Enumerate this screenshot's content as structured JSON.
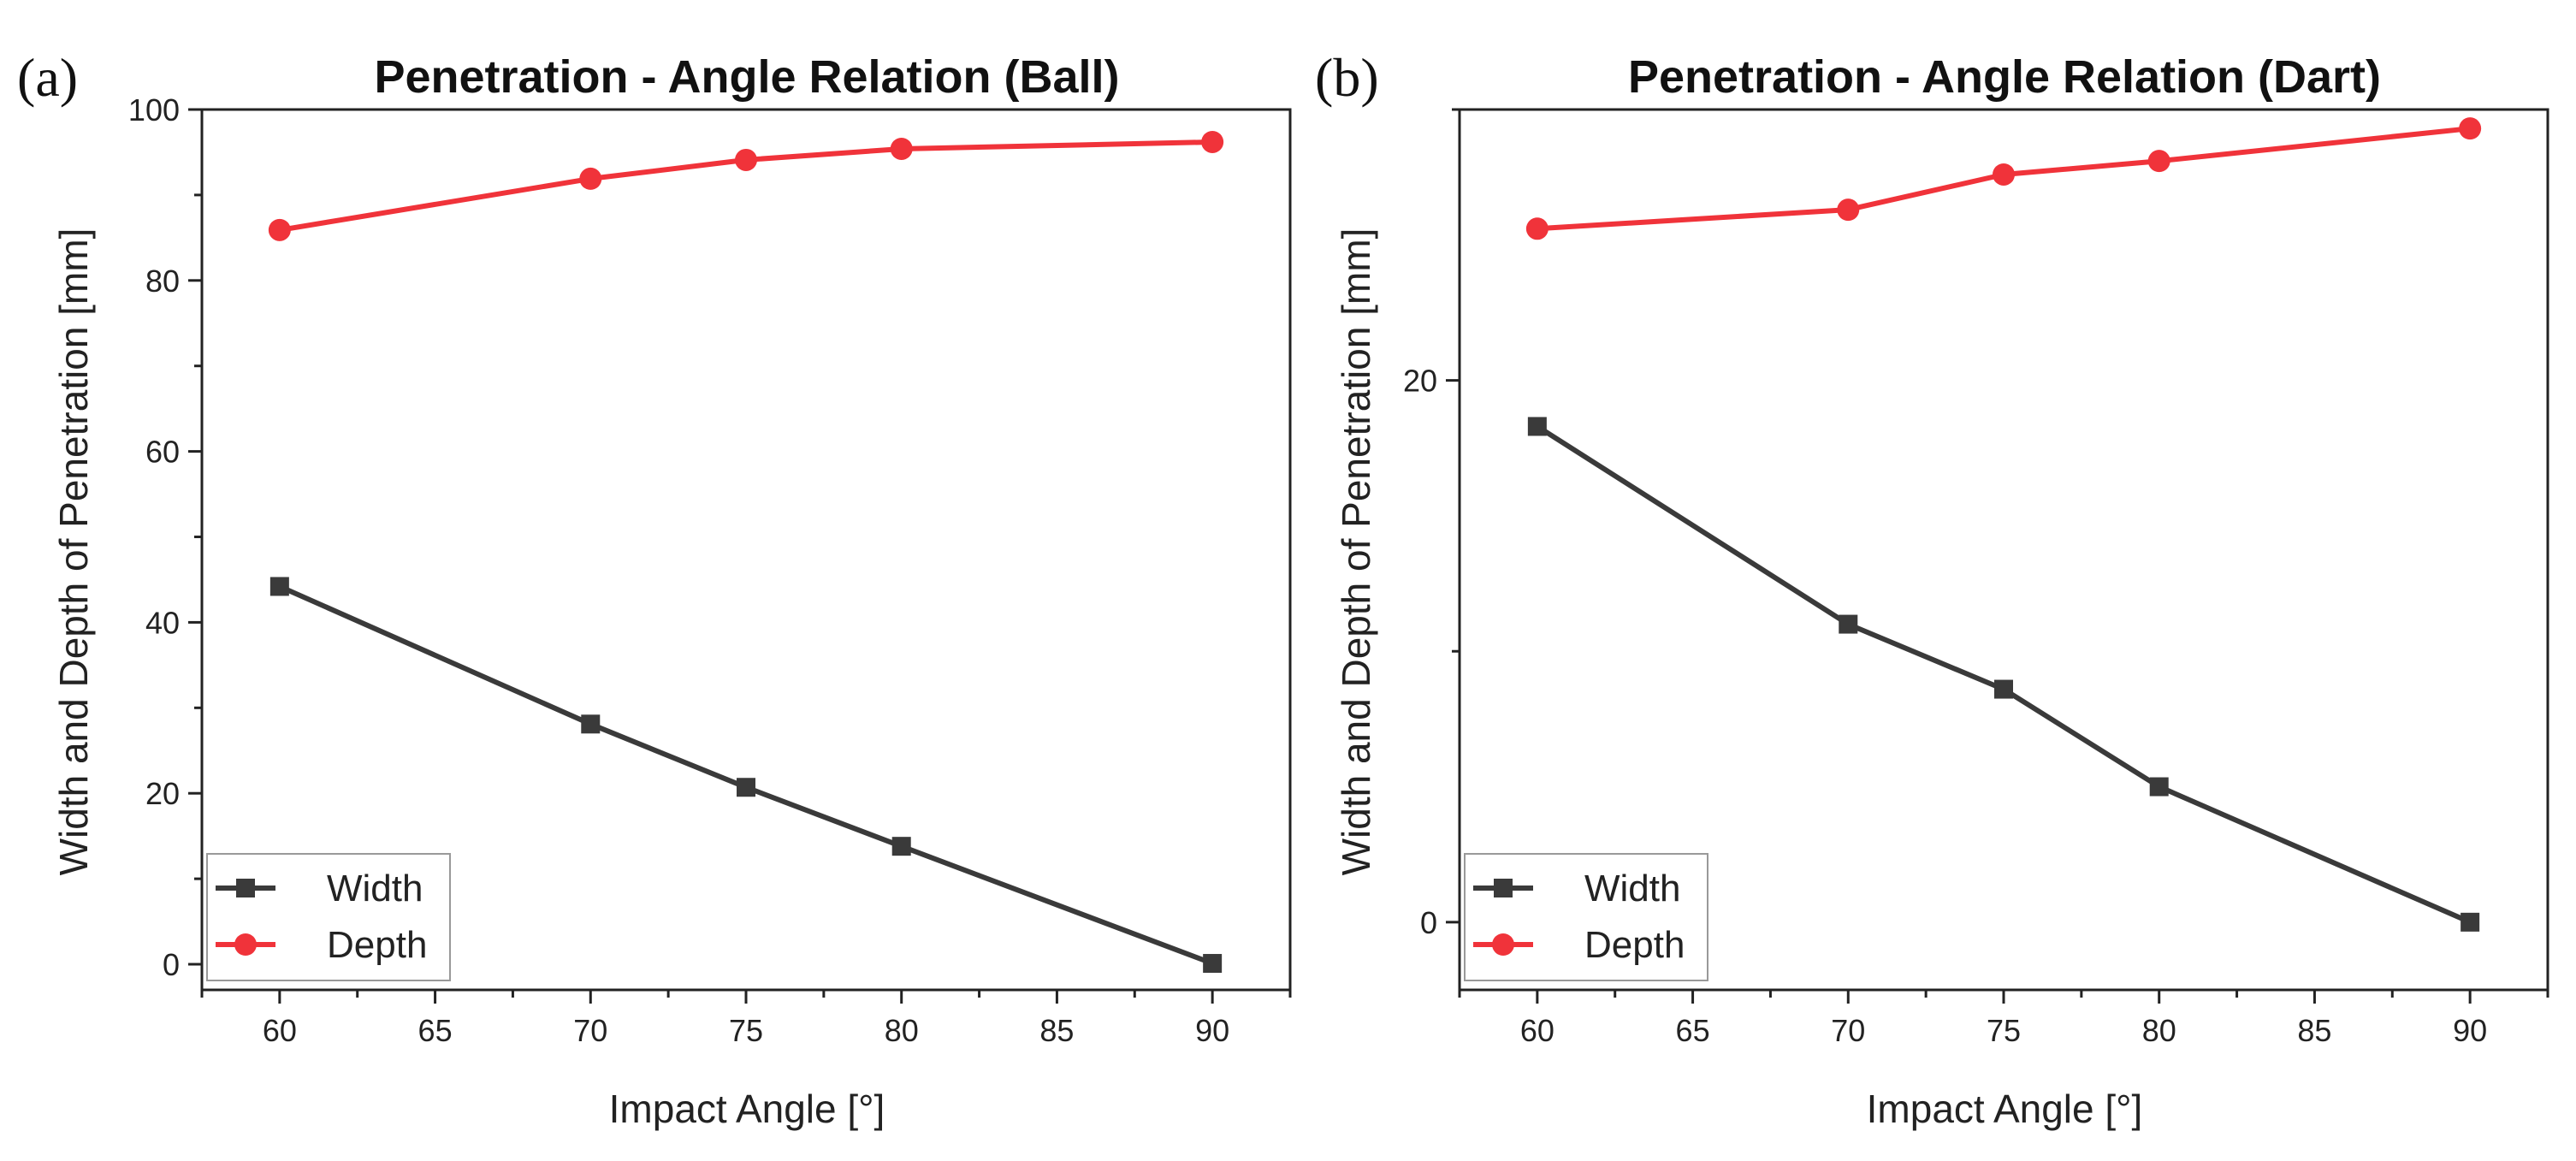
{
  "chart_data": [
    {
      "type": "line",
      "panel_label": "(a)",
      "title": "Penetration - Angle Relation (Ball)",
      "xlabel": "Impact Angle [°]",
      "ylabel": "Width and Depth of Penetration [mm]",
      "xlim": [
        57.5,
        92.5
      ],
      "ylim": [
        -3,
        100
      ],
      "xticks": [
        60,
        65,
        70,
        75,
        80,
        85,
        90
      ],
      "yticks": [
        0,
        20,
        40,
        60,
        80,
        100
      ],
      "x": [
        60,
        70,
        75,
        80,
        90
      ],
      "series": [
        {
          "name": "Width",
          "color": "#3a3a3a",
          "marker": "square",
          "values": [
            44.2,
            28.1,
            20.7,
            13.8,
            0.1
          ]
        },
        {
          "name": "Depth",
          "color": "#f0333a",
          "marker": "circle",
          "values": [
            85.9,
            91.9,
            94.1,
            95.4,
            96.2
          ]
        }
      ],
      "legend": "bottom-left",
      "grid": false
    },
    {
      "type": "line",
      "panel_label": "(b)",
      "title": "Penetration - Angle Relation (Dart)",
      "xlabel": "Impact Angle [°]",
      "ylabel": "Width and Depth of Penetration [mm]",
      "xlim": [
        57.5,
        92.5
      ],
      "ylim": [
        -2.5,
        30
      ],
      "xticks": [
        60,
        65,
        70,
        75,
        80,
        85,
        90
      ],
      "yticks": [
        0,
        20
      ],
      "x": [
        60,
        70,
        75,
        80,
        90
      ],
      "series": [
        {
          "name": "Width",
          "color": "#3a3a3a",
          "marker": "square",
          "values": [
            18.3,
            11.0,
            8.6,
            5.0,
            0.0
          ]
        },
        {
          "name": "Depth",
          "color": "#f0333a",
          "marker": "circle",
          "values": [
            25.6,
            26.3,
            27.6,
            28.1,
            29.3
          ]
        }
      ],
      "legend": "bottom-left",
      "grid": false
    }
  ]
}
